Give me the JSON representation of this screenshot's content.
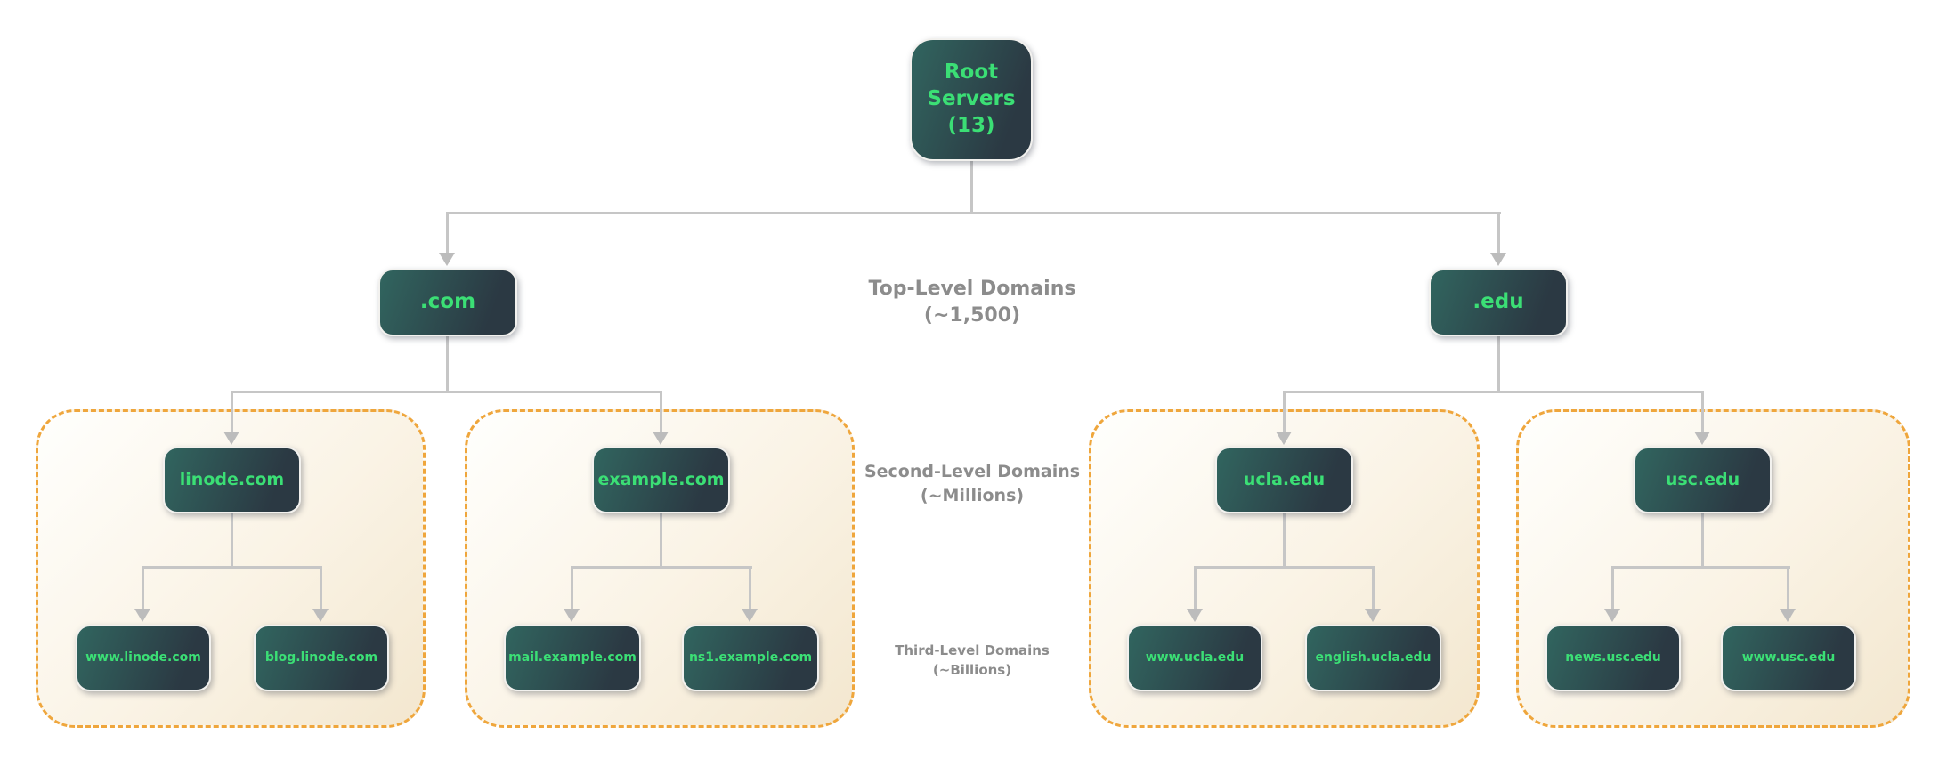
{
  "diagram": {
    "root": {
      "label": "Root Servers (13)"
    },
    "tlds": [
      {
        "label": ".com"
      },
      {
        "label": ".edu"
      }
    ],
    "level_labels": [
      {
        "title": "Top-Level Domains",
        "count": "(~1,500)"
      },
      {
        "title": "Second-Level Domains",
        "count": "(~Millions)"
      },
      {
        "title": "Third-Level Domains",
        "count": "(~Billions)"
      }
    ],
    "groups": [
      {
        "parent": "linode.com",
        "children": [
          "www.linode.com",
          "blog.linode.com"
        ]
      },
      {
        "parent": "example.com",
        "children": [
          "mail.example.com",
          "ns1.example.com"
        ]
      },
      {
        "parent": "ucla.edu",
        "children": [
          "www.ucla.edu",
          "english.ucla.edu"
        ]
      },
      {
        "parent": "usc.edu",
        "children": [
          "news.usc.edu",
          "www.usc.edu"
        ]
      }
    ],
    "colors": {
      "node_gradient_start": "#31655f",
      "node_gradient_end": "#2b3943",
      "node_text": "#3bdf75",
      "node_border": "#f2f1ee",
      "connector": "#c6c6c6",
      "arrowhead": "#bcbcbc",
      "level_label_text": "#8c8c8c",
      "group_border": "#efa63c",
      "group_bg_start": "#fffffd",
      "group_bg_end": "#f3e7cf",
      "page_bg": "#ffffff"
    }
  }
}
